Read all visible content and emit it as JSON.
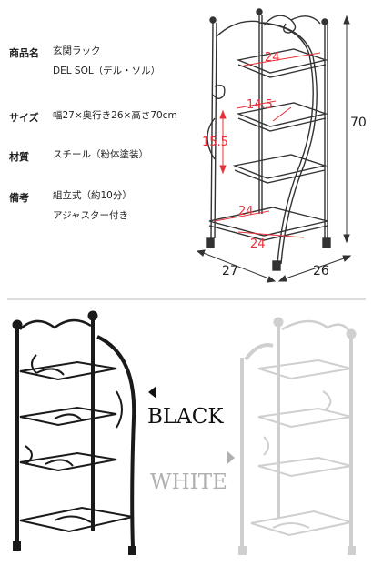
{
  "specs": [
    {
      "label": "商品名",
      "lines": [
        "玄関ラック",
        "DEL SOL（デル・ソル）"
      ]
    },
    {
      "label": "サイズ",
      "lines": [
        "幅27×奥行き26×高さ70cm"
      ]
    },
    {
      "label": "材質",
      "lines": [
        "スチール（粉体塗装）"
      ]
    },
    {
      "label": "備考",
      "lines": [
        "組立式（約10分）",
        "アジャスター付き"
      ]
    }
  ],
  "dimensions": {
    "shelf_width_top": "24",
    "shelf_gap": "14.5",
    "shelf_pitch": "15.5",
    "height": "70",
    "shelf_width_bottom_1": "24",
    "shelf_width_bottom_2": "24",
    "width": "27",
    "depth": "26"
  },
  "colors_variants": [
    {
      "label": "BLACK",
      "hex": "#1a1a1a"
    },
    {
      "label": "WHITE",
      "hex": "#f2f2f2"
    }
  ],
  "colors": {
    "dimension_red": "#e8303a",
    "line_gray": "#333333",
    "label_gray": "#b0b0b0"
  }
}
